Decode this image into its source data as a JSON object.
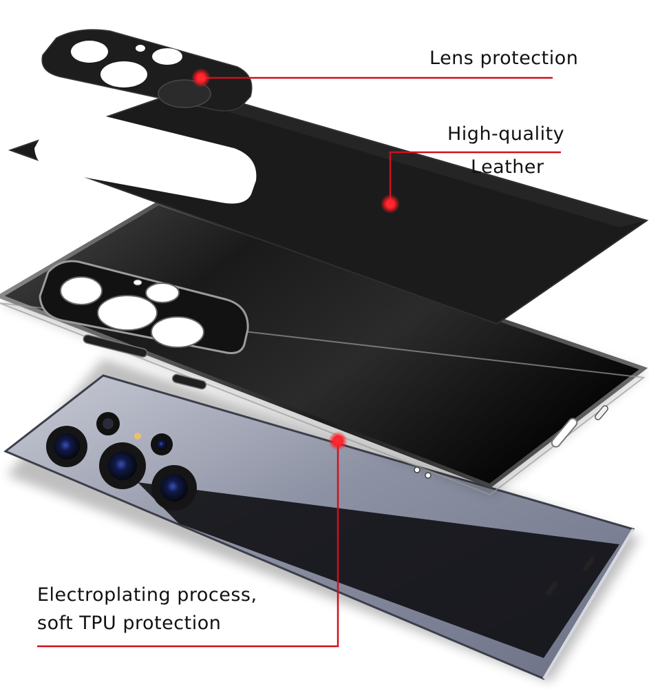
{
  "callouts": {
    "lens": {
      "text": "Lens protection"
    },
    "leather": {
      "line1": "High-quality",
      "line2": "Leather"
    },
    "tpu": {
      "line1": "Electroplating process,",
      "line2": "soft TPU protection"
    }
  },
  "colors": {
    "callout_line": "#d0101c",
    "callout_dot": "#ff1a22",
    "leather": "#1b1b1b",
    "case_black": "#0b0b0b",
    "phone_body": "#8a8fa1",
    "background": "#ffffff"
  }
}
